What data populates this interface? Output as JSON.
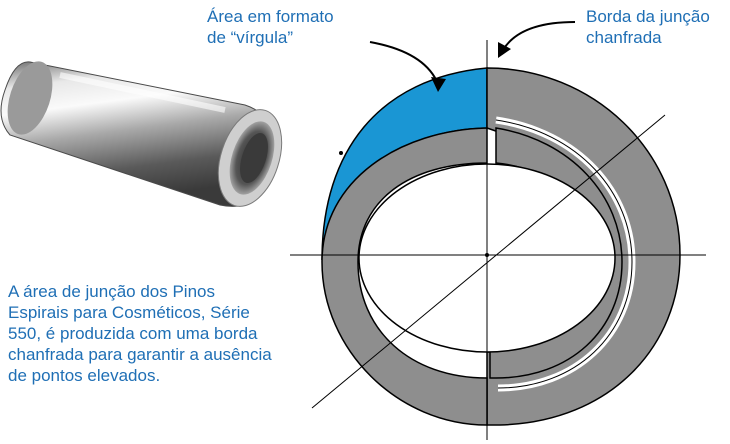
{
  "labels": {
    "comma_area": "Área em formato\nde “vírgula”",
    "chamfered_edge": "Borda da junção\nchanfrada",
    "description": "A área de junção dos Pinos\nEspirais para Cosméticos, Série\n550, é produzida com uma borda\nchanfrada para garantir a ausência\nde pontos elevados."
  },
  "colors": {
    "label_text": "#1f6fb5",
    "comma_fill": "#1a96d4",
    "ring_gray": "#8e8e8e",
    "outline": "#000000"
  },
  "icons": {
    "pin_photo": "spiral-pin-photo"
  }
}
